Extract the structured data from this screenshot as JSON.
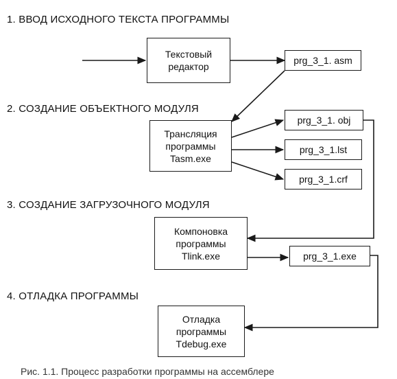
{
  "stages": {
    "s1": "1. ВВОД ИСХОДНОГО ТЕКСТА ПРОГРАММЫ",
    "s2": "2. СОЗДАНИЕ ОБЪЕКТНОГО МОДУЛЯ",
    "s3": "3. СОЗДАНИЕ ЗАГРУЗОЧНОГО МОДУЛЯ",
    "s4": "4. ОТЛАДКА ПРОГРАММЫ"
  },
  "processes": {
    "editor": [
      "Текстовый",
      "редактор"
    ],
    "translate": [
      "Трансляция",
      "программы",
      "Tasm.exe"
    ],
    "link": [
      "Компоновка",
      "программы",
      "Tlink.exe"
    ],
    "debug": [
      "Отладка",
      "программы",
      "Tdebug.exe"
    ]
  },
  "files": {
    "asm": "prg_3_1. asm",
    "obj": "prg_3_1. obj",
    "lst": "prg_3_1.lst",
    "crf": "prg_3_1.crf",
    "exe": "prg_3_1.exe"
  },
  "caption": "Рис. 1.1. Процесс разработки программы на ассемблере",
  "colors": {
    "line": "#1a1a1a"
  }
}
